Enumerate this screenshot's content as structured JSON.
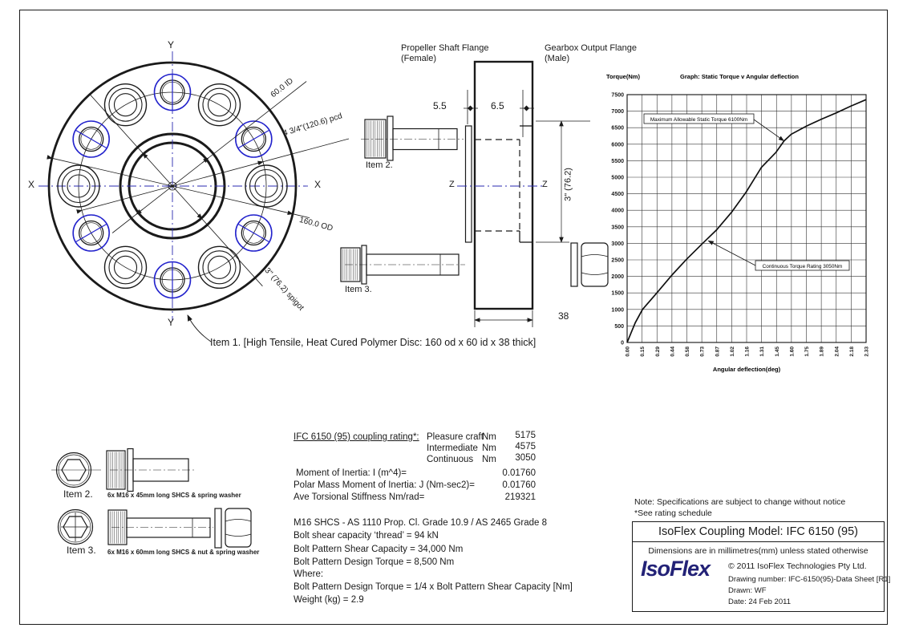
{
  "flange": {
    "axis_y_top": "Y",
    "axis_y_bottom": "Y",
    "axis_x_left": "X",
    "axis_x_right": "X",
    "dim_id": "60.0 ID",
    "dim_pcd": "4 3/4\"(120.6) pcd",
    "dim_od": "160.0 OD",
    "dim_spigot": "3\" (76.2) spigot",
    "item1_note": "Item 1. [High Tensile, Heat Cured Polymer Disc: 160 od x 60 id x 38 thick]"
  },
  "section": {
    "left_flange_title": "Propeller Shaft Flange",
    "left_flange_sub": "(Female)",
    "right_flange_title": "Gearbox Output Flange",
    "right_flange_sub": "(Male)",
    "dim_gap": "5.5",
    "dim_inner": "6.5",
    "z_left": "Z",
    "z_right": "Z",
    "dim_spigot_len": "3\" (76.2)",
    "dim_thickness": "38",
    "item2_label": "Item 2.",
    "item3_label": "Item 3."
  },
  "items_legend": {
    "item2_label": "Item 2.",
    "item2_desc": "6x M16 x 45mm long SHCS & spring washer",
    "item3_label": "Item 3.",
    "item3_desc": "6x M16 x 60mm long SHCS & nut & spring washer"
  },
  "ratings": {
    "heading": "IFC 6150 (95) coupling rating*:",
    "rows": [
      {
        "label": "Pleasure craft",
        "unit": "Nm",
        "value": "5175"
      },
      {
        "label": "Intermediate",
        "unit": "Nm",
        "value": "4575"
      },
      {
        "label": "Continuous",
        "unit": "Nm",
        "value": "3050"
      }
    ],
    "extra": [
      {
        "label": "Moment of Inertia:  I (m^4)=",
        "value": "0.01760"
      },
      {
        "label": "Polar Mass Moment of Inertia: J (Nm-sec2)=",
        "value": "0.01760"
      },
      {
        "label": "Ave Torsional Stiffness Nm/rad=",
        "value": "219321"
      }
    ]
  },
  "bolt_specs": {
    "lines": [
      "M16 SHCS - AS 1110 Prop. Cl. Grade 10.9 / AS 2465 Grade 8",
      "Bolt shear capacity ‘thread’ = 94 kN",
      "Bolt Pattern Shear Capacity = 34,000 Nm",
      "Bolt Pattern Design Torque = 8,500 Nm",
      "Where:",
      "Bolt Pattern Design Torque = 1/4 x Bolt Pattern Shear Capacity [Nm]",
      "Weight (kg) = 2.9"
    ]
  },
  "title_block": {
    "note1": "Note: Specifications are subject to change without notice",
    "note2": "*See rating schedule",
    "model_title": "IsoFlex Coupling Model: IFC 6150 (95)",
    "dims_note": "Dimensions are in millimetres(mm) unless stated otherwise",
    "logo_text": "IsoFlex",
    "copyright": "© 2011  IsoFlex Technologies Pty Ltd.",
    "drawing_number": "Drawing number: IFC-6150(95)-Data Sheet [R1]",
    "drawn": "Drawn: WF",
    "date": "Date: 24 Feb 2011"
  },
  "colors": {
    "line": "#1a1a1a",
    "blue": "#2222cc",
    "centerline": "#2a2ab0",
    "logo_navy": "#232277"
  },
  "chart_data": {
    "type": "line",
    "title": "Graph: Static Torque v Angular deflection",
    "ylabel": "Torque(Nm)",
    "xlabel": "Angular deflection(deg)",
    "xlim": [
      0,
      2.33
    ],
    "ylim": [
      0,
      7500
    ],
    "grid": true,
    "x_ticks": [
      "0.00",
      "0.15",
      "0.29",
      "0.44",
      "0.58",
      "0.73",
      "0.87",
      "1.02",
      "1.16",
      "1.31",
      "1.45",
      "1.60",
      "1.75",
      "1.89",
      "2.04",
      "2.18",
      "2.33"
    ],
    "y_ticks": [
      0,
      500,
      1000,
      1500,
      2000,
      2500,
      3000,
      3500,
      4000,
      4500,
      5000,
      5500,
      6000,
      6500,
      7000,
      7500
    ],
    "series": [
      {
        "name": "Static Torque",
        "x": [
          0,
          0.04,
          0.08,
          0.15,
          0.29,
          0.44,
          0.58,
          0.73,
          0.87,
          1.02,
          1.16,
          1.31,
          1.45,
          1.53,
          1.6,
          1.75,
          1.89,
          2.04,
          2.18,
          2.33
        ],
        "y": [
          0,
          300,
          600,
          1000,
          1500,
          2050,
          2520,
          2980,
          3400,
          3950,
          4550,
          5300,
          5750,
          6100,
          6300,
          6550,
          6750,
          6950,
          7150,
          7350
        ]
      }
    ],
    "annotations": [
      {
        "text": "Maximum Allowable Static Torque 6100Nm",
        "points_to": {
          "x": 1.53,
          "y": 6100
        }
      },
      {
        "text": "Continuous Torque Rating 3050Nm",
        "points_to": {
          "x": 0.79,
          "y": 3080
        }
      }
    ]
  }
}
